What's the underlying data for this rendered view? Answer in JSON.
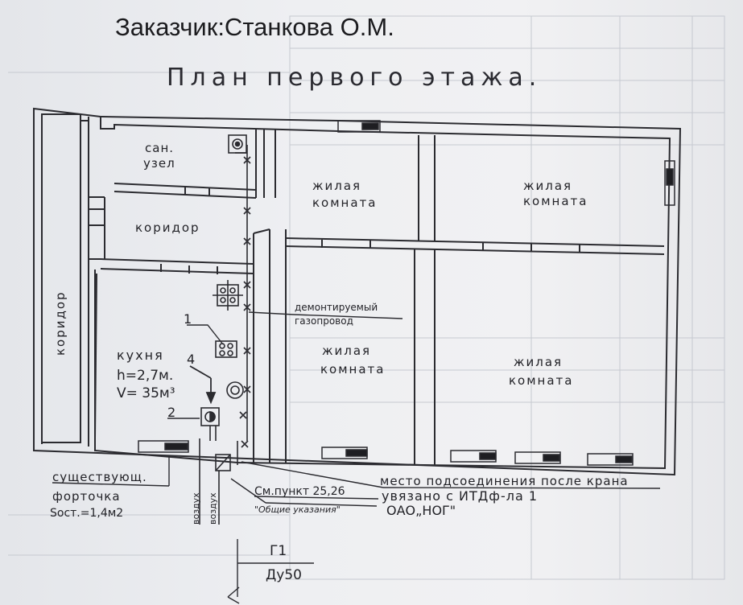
{
  "header": {
    "customer": "Заказчик:Станкова О.М.",
    "plan_title": "План первого этажа."
  },
  "rooms": {
    "bathroom_line1": "сан.",
    "bathroom_line2": "узел",
    "corridor_top": "коридор",
    "corridor_left": "коридор",
    "living_top_middle_1": "жилая",
    "living_top_middle_2": "комната",
    "living_top_right_1": "жилая",
    "living_top_right_2": "комната",
    "living_mid_1": "жилая",
    "living_mid_2": "комната",
    "living_bottom_right_1": "жилая",
    "living_bottom_right_2": "комната",
    "kitchen_name": "кухня",
    "kitchen_height": "h=2,7м.",
    "kitchen_volume": "V= 35м³"
  },
  "markers": {
    "m1": "1",
    "m2": "2",
    "m4": "4"
  },
  "annotations": {
    "dismantled_1": "демонтируемый",
    "dismantled_2": "газопровод",
    "existing_1": "существующ.",
    "existing_2": "форточка",
    "existing_area": "Sост.=1,4м2",
    "connection": "место подсоединения после крана",
    "linked": "увязано с ИТДф-ла 1",
    "see_items": "См.пункт 25,26",
    "general": "\"Общие указания\"",
    "org": "ОАО„НОГ\"",
    "air_1": "воздух",
    "air_2": "воздух",
    "pipe_label": "Г1",
    "pipe_size": "Ду50"
  }
}
